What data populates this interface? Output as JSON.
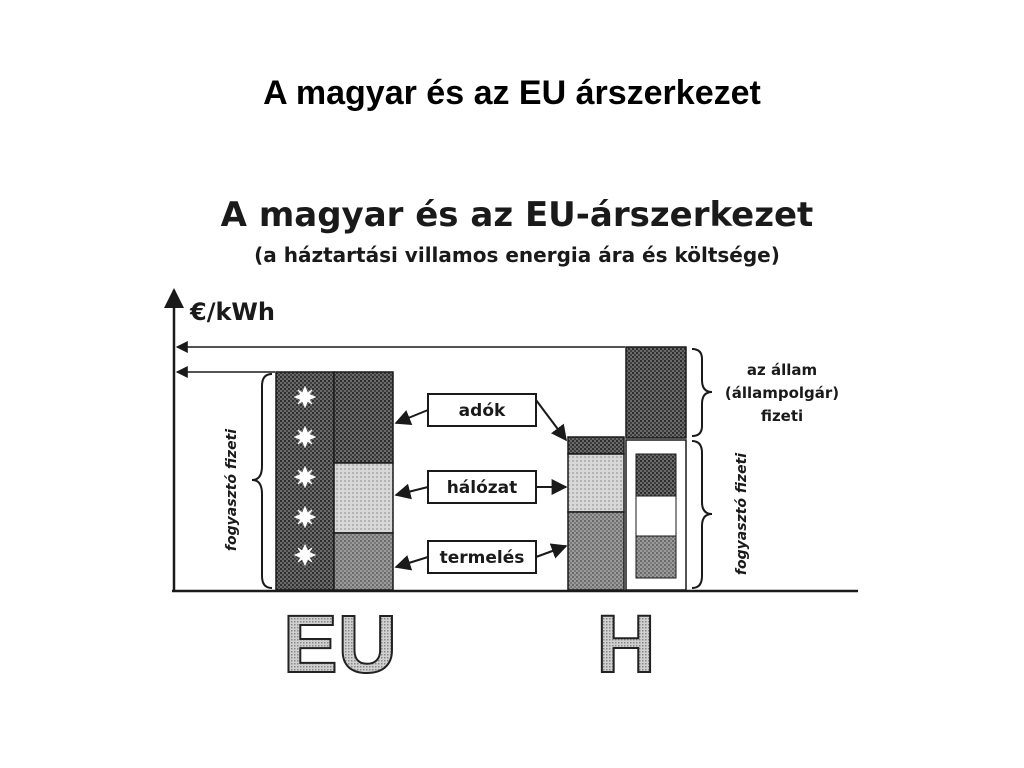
{
  "slide": {
    "title": "A magyar és az EU árszerkezet"
  },
  "diagram": {
    "title": "A magyar és az EU-árszerkezet",
    "subtitle": "(a háztartási villamos energia ára és költsége)",
    "unit_label": "€/kWh",
    "components": [
      {
        "id": "adok",
        "label": "adók"
      },
      {
        "id": "halozat",
        "label": "hálózat"
      },
      {
        "id": "termeles",
        "label": "termelés"
      }
    ],
    "state_pays": [
      "az állam",
      "(állampolgár)",
      "fizeti"
    ],
    "consumer_pays_left": "fogyasztó fizeti",
    "consumer_pays_right": "fogyasztó fizeti",
    "bar_labels": {
      "eu": "EU",
      "hu": "H"
    },
    "colors": {
      "ink": "#1a1a1a",
      "dark_fill": "#5a5a5a",
      "mid_fill": "#8c8c8c",
      "light_fill": "#c8c8c8"
    }
  }
}
